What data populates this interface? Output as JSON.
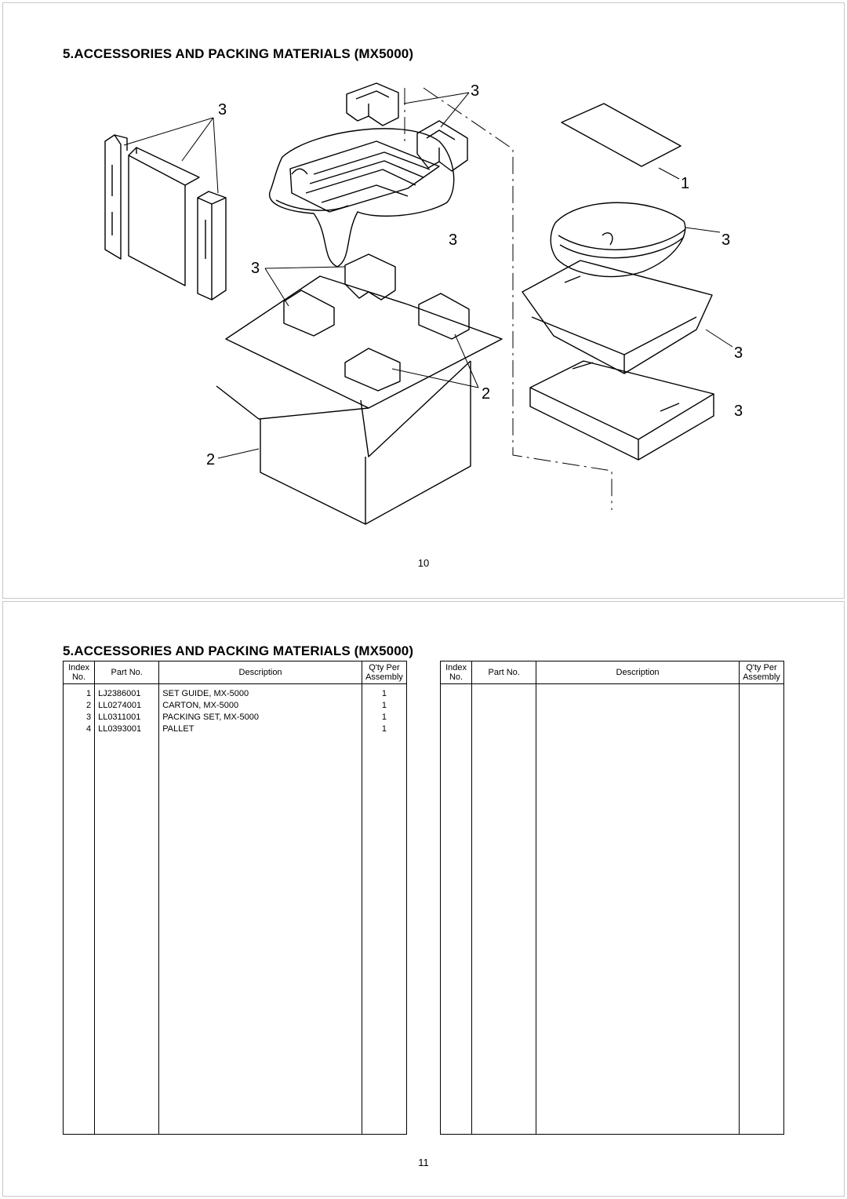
{
  "top_page": {
    "heading": "5.ACCESSORIES AND PACKING MATERIALS (MX5000)",
    "page_number": "10",
    "callouts": [
      "3",
      "3",
      "1",
      "3",
      "3",
      "3",
      "3",
      "3",
      "2"
    ]
  },
  "bottom_page": {
    "heading": "5.ACCESSORIES AND PACKING MATERIALS (MX5000)",
    "page_number": "11",
    "table_headers": {
      "index_line1": "Index",
      "index_line2": "No.",
      "part_no": "Part No.",
      "description": "Description",
      "qty_line1": "Q'ty Per",
      "qty_line2": "Assembly"
    },
    "rows": [
      {
        "index": "1",
        "part_no": "LJ2386001",
        "description": "SET GUIDE, MX-5000",
        "qty": "1"
      },
      {
        "index": "2",
        "part_no": "LL0274001",
        "description": "CARTON, MX-5000",
        "qty": "1"
      },
      {
        "index": "3",
        "part_no": "LL0311001",
        "description": "PACKING SET, MX-5000",
        "qty": "1"
      },
      {
        "index": "4",
        "part_no": "LL0393001",
        "description": "PALLET",
        "qty": "1"
      }
    ]
  }
}
